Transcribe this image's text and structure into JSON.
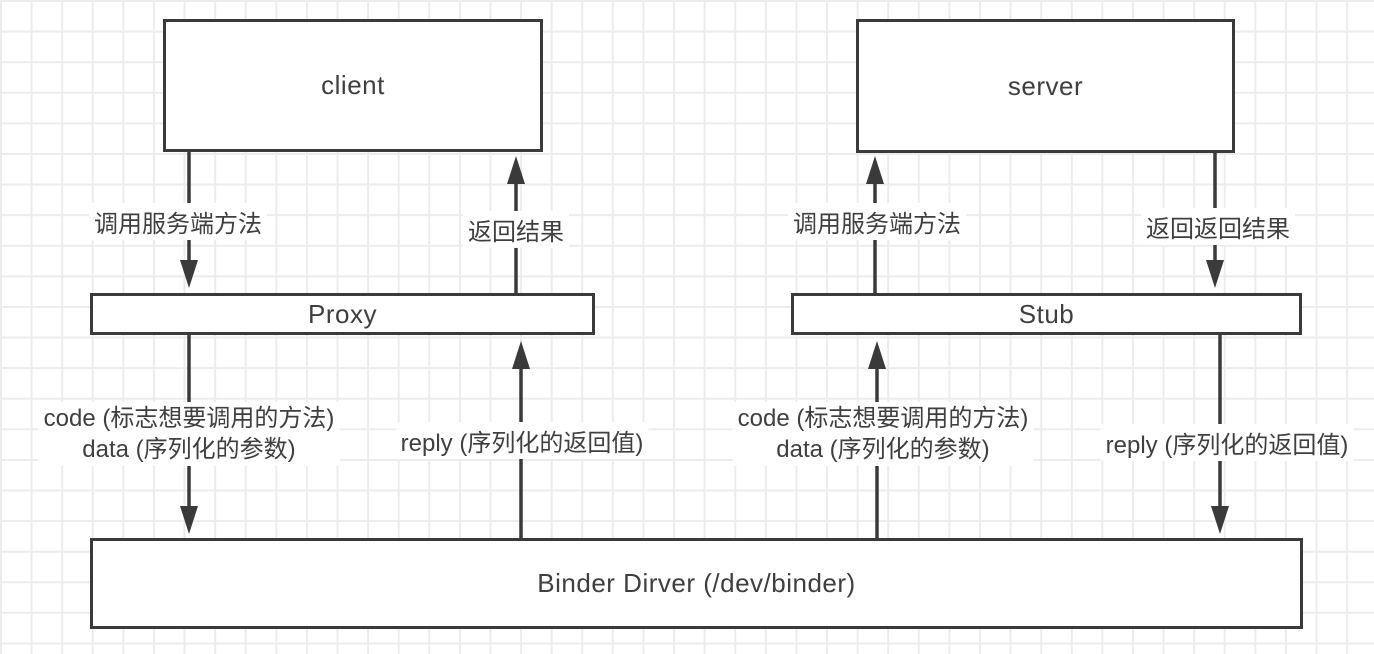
{
  "boxes": {
    "client": "client",
    "server": "server",
    "proxy": "Proxy",
    "stub": "Stub",
    "binder": "Binder Dirver (/dev/binder)"
  },
  "labels": {
    "left_call": "调用服务端方法",
    "left_return": "返回结果",
    "right_call": "调用服务端方法",
    "right_return": "返回返回结果",
    "left_code_line1": "code (标志想要调用的方法)",
    "left_code_line2": "data (序列化的参数)",
    "left_reply": "reply (序列化的返回值)",
    "right_code_line1": "code (标志想要调用的方法)",
    "right_code_line2": "data (序列化的参数)",
    "right_reply": "reply (序列化的返回值)"
  },
  "icons": {
    "arrow_up": "▲",
    "arrow_down": "▼"
  },
  "colors": {
    "line": "#3a3a3a",
    "text": "#3f3f3f",
    "grid": "#ececec",
    "background": "#ffffff"
  }
}
